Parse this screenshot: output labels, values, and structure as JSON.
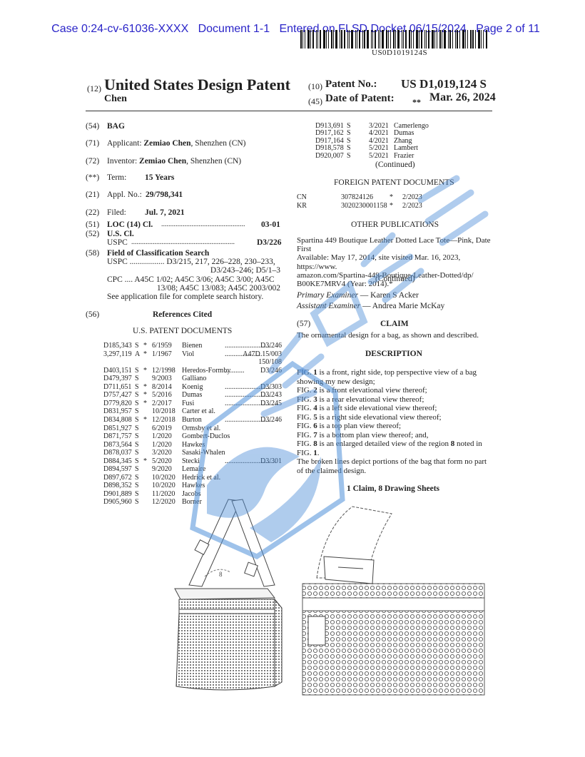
{
  "header": {
    "case": "Case 0:24-cv-61036-XXXX",
    "document": "Document 1-1",
    "entered": "Entered on FLSD Docket 06/15/2024",
    "page": "Page 2 of 11"
  },
  "barcode_text": "US0D1019124S",
  "title": {
    "num12": "(12)",
    "main": "United States Design Patent",
    "inventor_short": "Chen",
    "num10": "(10)",
    "patent_no_label": "Patent No.:",
    "patent_no": "US D1,019,124 S",
    "num45": "(45)",
    "date_label": "Date of Patent:",
    "date_mark": "**",
    "date": "Mar. 26, 2024"
  },
  "biblio": {
    "f54_num": "(54)",
    "f54": "BAG",
    "f71_num": "(71)",
    "f71_label": "Applicant:",
    "f71_name": "Zemiao Chen",
    "f71_loc": ", Shenzhen (CN)",
    "f72_num": "(72)",
    "f72_label": "Inventor:",
    "f72_name": "Zemiao Chen",
    "f72_loc": ", Shenzhen (CN)",
    "term_num": "(**)",
    "term_label": "Term:",
    "term": "15 Years",
    "f21_num": "(21)",
    "f21_label": "Appl. No.:",
    "f21": "29/798,341",
    "f22_num": "(22)",
    "f22_label": "Filed:",
    "f22": "Jul. 7, 2021",
    "f51_num": "(51)",
    "f51_label": "LOC (14) Cl.",
    "f51_dots": "...............................................",
    "f51": "03-01",
    "f52_num": "(52)",
    "f52_label": "U.S. Cl.",
    "f52_uspc": "USPC",
    "f52_dots": "..........................................................",
    "f52": "D3/226",
    "f58_num": "(58)",
    "f58_label": "Field of Classification Search",
    "f58_l1": "USPC ................. D3/215, 217, 226–228, 230–233,",
    "f58_l2": "D3/243–246; D5/1–3",
    "f58_l3": "CPC .... A45C 1/02; A45C 3/06; A45C 3/00; A45C",
    "f58_l4": "13/08; A45C 13/083; A45C 2003/002",
    "f58_l5": "See application file for complete search history.",
    "f56_num": "(56)",
    "f56_label": "References Cited",
    "us_docs_heading": "U.S. PATENT DOCUMENTS"
  },
  "us_refs": [
    {
      "num": "D185,343",
      "kind": "S",
      "star": "*",
      "date": "6/1959",
      "name": "Bienen",
      "dots": "..........................",
      "cls": "D3/246"
    },
    {
      "num": "3,297,119",
      "kind": "A",
      "star": "*",
      "date": "1/1967",
      "name": "Viol",
      "dots": ".....................",
      "cls": "A47D 15/003"
    },
    {
      "num": "",
      "kind": "",
      "star": "",
      "date": "",
      "name": "",
      "dots": "",
      "cls": "150/108"
    },
    {
      "num": "D403,151",
      "kind": "S",
      "star": "*",
      "date": "12/1998",
      "name": "Heredos-Formby",
      "dots": "...........",
      "cls": "D3/246"
    },
    {
      "num": "D479,397",
      "kind": "S",
      "star": "",
      "date": "9/2003",
      "name": "Galliano",
      "dots": "",
      "cls": ""
    },
    {
      "num": "D711,651",
      "kind": "S",
      "star": "*",
      "date": "8/2014",
      "name": "Koenig",
      "dots": "..........................",
      "cls": "D3/303"
    },
    {
      "num": "D757,427",
      "kind": "S",
      "star": "*",
      "date": "5/2016",
      "name": "Dumas",
      "dots": "..........................",
      "cls": "D3/243"
    },
    {
      "num": "D779,820",
      "kind": "S",
      "star": "*",
      "date": "2/2017",
      "name": "Fusi",
      "dots": "..............................",
      "cls": "D3/245"
    },
    {
      "num": "D831,957",
      "kind": "S",
      "star": "",
      "date": "10/2018",
      "name": "Carter et al.",
      "dots": "",
      "cls": ""
    },
    {
      "num": "D834,808",
      "kind": "S",
      "star": "*",
      "date": "12/2018",
      "name": "Burton",
      "dots": "..........................",
      "cls": "D3/246"
    },
    {
      "num": "D851,927",
      "kind": "S",
      "star": "",
      "date": "6/2019",
      "name": "Ormsby et al.",
      "dots": "",
      "cls": ""
    },
    {
      "num": "D871,757",
      "kind": "S",
      "star": "",
      "date": "1/2020",
      "name": "Gombert-Duclos",
      "dots": "",
      "cls": ""
    },
    {
      "num": "D873,564",
      "kind": "S",
      "star": "",
      "date": "1/2020",
      "name": "Hawkes",
      "dots": "",
      "cls": ""
    },
    {
      "num": "D878,037",
      "kind": "S",
      "star": "",
      "date": "3/2020",
      "name": "Sasaki-Whalen",
      "dots": "",
      "cls": ""
    },
    {
      "num": "D884,345",
      "kind": "S",
      "star": "*",
      "date": "5/2020",
      "name": "Stecki",
      "dots": ".............................",
      "cls": "D3/301"
    },
    {
      "num": "D894,597",
      "kind": "S",
      "star": "",
      "date": "9/2020",
      "name": "Lemaire",
      "dots": "",
      "cls": ""
    },
    {
      "num": "D897,672",
      "kind": "S",
      "star": "",
      "date": "10/2020",
      "name": "Hedrick et al.",
      "dots": "",
      "cls": ""
    },
    {
      "num": "D898,352",
      "kind": "S",
      "star": "",
      "date": "10/2020",
      "name": "Hawkes",
      "dots": "",
      "cls": ""
    },
    {
      "num": "D901,889",
      "kind": "S",
      "star": "",
      "date": "11/2020",
      "name": "Jacobs",
      "dots": "",
      "cls": ""
    },
    {
      "num": "D905,960",
      "kind": "S",
      "star": "",
      "date": "12/2020",
      "name": "Borner",
      "dots": "",
      "cls": ""
    }
  ],
  "us_refs_right": [
    {
      "num": "D913,691",
      "kind": "S",
      "date": "3/2021",
      "name": "Camerlengo"
    },
    {
      "num": "D917,162",
      "kind": "S",
      "date": "4/2021",
      "name": "Dumas"
    },
    {
      "num": "D917,164",
      "kind": "S",
      "date": "4/2021",
      "name": "Zhang"
    },
    {
      "num": "D918,578",
      "kind": "S",
      "date": "5/2021",
      "name": "Lambert"
    },
    {
      "num": "D920,007",
      "kind": "S",
      "date": "5/2021",
      "name": "Frazier"
    }
  ],
  "right": {
    "continued1": "(Continued)",
    "foreign_heading": "FOREIGN PATENT DOCUMENTS",
    "foreign": [
      {
        "cc": "CN",
        "num": "307824126",
        "star": "*",
        "date": "2/2023"
      },
      {
        "cc": "KR",
        "num": "3020230001158",
        "star": "*",
        "date": "2/2023"
      }
    ],
    "other_heading": "OTHER PUBLICATIONS",
    "other_l1": "Spartina 449 Boutique Leather Dotted Lace Tote—Pink, Date First",
    "other_l2": "Available: May 17, 2014, site visited Mar. 16, 2023, https://www.",
    "other_l3": "amazon.com/Spartina-449-Boutique-Leather-Dotted/dp/",
    "other_l4": "B00KE7MRV4 (Year: 2014).*",
    "continued2": "(Continued)",
    "primary_label": "Primary Examiner",
    "primary": " — Karen S Acker",
    "assistant_label": "Assistant Examiner",
    "assistant": " — Andrea Marie McKay",
    "claim_num": "(57)",
    "claim_heading": "CLAIM",
    "claim_text": "The ornamental design for a bag, as shown and described.",
    "desc_heading": "DESCRIPTION",
    "desc": [
      "FIG. 1 is a front, right side, top perspective view of a bag",
      "showing my new design;",
      "FIG. 2 is a front elevational view thereof;",
      "FIG. 3 is a rear elevational view thereof;",
      "FIG. 4 is a left side elevational view thereof;",
      "FIG. 5 is a right side elevational view thereof;",
      "FIG. 6 is a top plan view thereof;",
      "FIG. 7 is a bottom plan view thereof; and,",
      "FIG. 8 is an enlarged detailed view of the region 8 noted in",
      "FIG. 1.",
      "The broken lines depict portions of the bag that form no part",
      "of the claimed design."
    ],
    "sheets": "1 Claim, 8 Drawing Sheets"
  },
  "figure_label": "8",
  "colors": {
    "header": "#2a24c8",
    "watermark": "#4f8fd9"
  }
}
